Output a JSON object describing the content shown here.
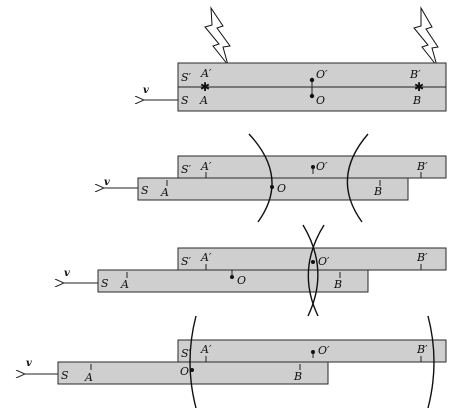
{
  "labels": {
    "frame_s_prime": "S′",
    "frame_s": "S",
    "point_a_prime": "A′",
    "point_o_prime": "O′",
    "point_b_prime": "B′",
    "point_a": "A",
    "point_o": "O",
    "point_b": "B",
    "velocity": "v"
  },
  "panels": [
    {
      "name": "panel-1",
      "description_hidden": false
    },
    {
      "name": "panel-2",
      "description_hidden": false
    },
    {
      "name": "panel-3",
      "description_hidden": false
    },
    {
      "name": "panel-4",
      "description_hidden": false
    }
  ],
  "colors": {
    "bar_fill": "#cfcfcf",
    "stroke": "#2a2a2a",
    "background": "#ffffff"
  }
}
